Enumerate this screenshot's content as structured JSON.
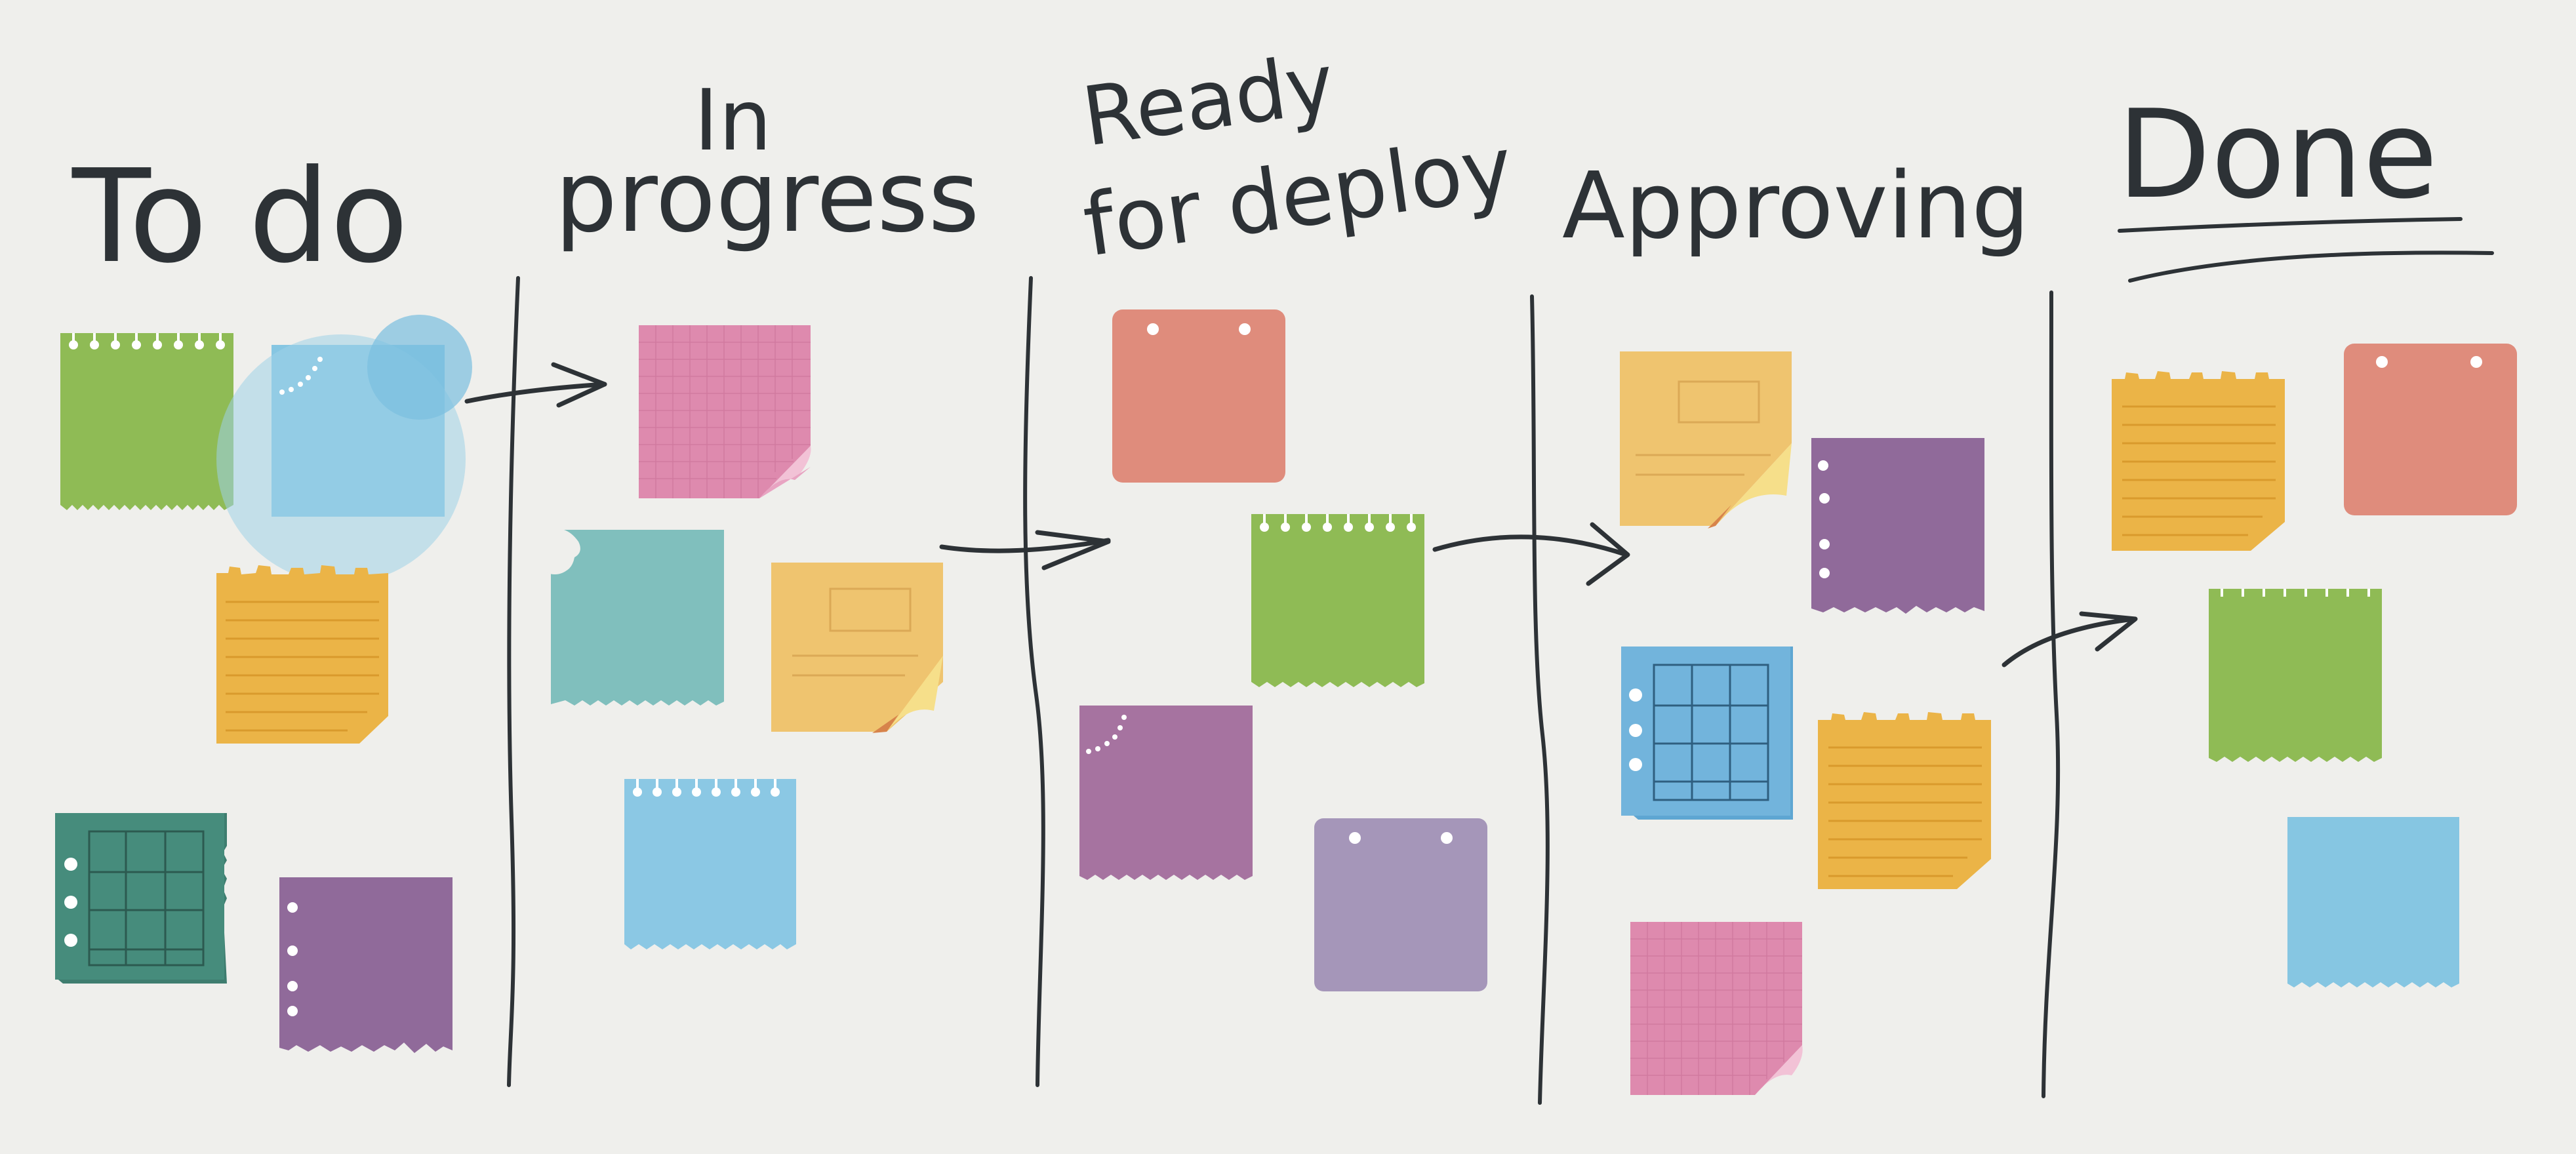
{
  "board": {
    "columns": [
      {
        "id": "todo",
        "title_lines": [
          "To do"
        ],
        "underlined": false
      },
      {
        "id": "in-progress",
        "title_lines": [
          "In",
          "progress"
        ],
        "underlined": false
      },
      {
        "id": "ready-for-deploy",
        "title_lines": [
          "Ready",
          "for deploy"
        ],
        "underlined": false
      },
      {
        "id": "approving",
        "title_lines": [
          "Approving"
        ],
        "underlined": false
      },
      {
        "id": "done",
        "title_lines": [
          "Done"
        ],
        "underlined": true
      }
    ],
    "note_counts": {
      "todo": 5,
      "in-progress": 4,
      "ready-for-deploy": 4,
      "approving": 5,
      "done": 4
    },
    "palette": {
      "background": "#efefec",
      "ink": "#2d3236",
      "green": "#8fbb55",
      "blue": "#86c6e2",
      "orange": "#ebb447",
      "dark-green": "#468c7c",
      "purple": "#906a9a",
      "pink": "#de8aae",
      "teal": "#80bfbd",
      "pale-orange": "#efc46f",
      "salmon": "#df8c7c",
      "magenta": "#a673a0",
      "lavender": "#a596b9",
      "mid-blue": "#72b4dc"
    }
  }
}
